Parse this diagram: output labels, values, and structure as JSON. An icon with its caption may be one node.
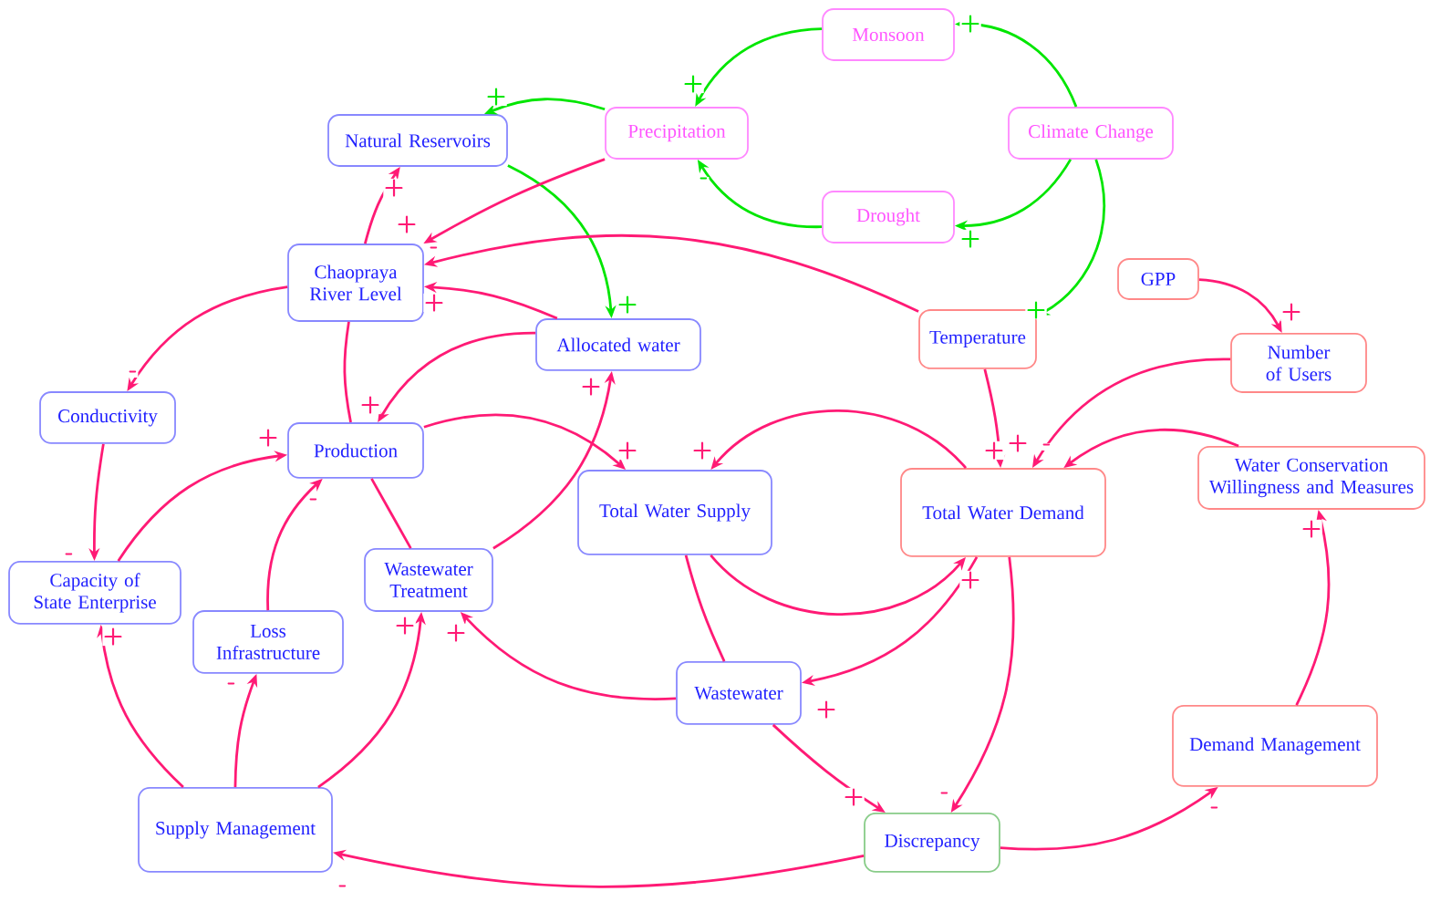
{
  "diagram": {
    "nodes": [
      {
        "text": [
          "Monsoon"
        ]
      },
      {
        "text": [
          "Precipitation"
        ]
      },
      {
        "text": [
          "Climate Change"
        ]
      },
      {
        "text": [
          "Drought"
        ]
      },
      {
        "text": [
          "Natural Reservoirs"
        ]
      },
      {
        "text": [
          "Chaopraya River Level"
        ]
      },
      {
        "text": [
          "Allocated water"
        ]
      },
      {
        "text": [
          "GPP"
        ]
      },
      {
        "text": [
          "Temperature"
        ]
      },
      {
        "text": [
          "Number of Users"
        ]
      },
      {
        "text": [
          "Conductivity"
        ]
      },
      {
        "text": [
          "Production"
        ]
      },
      {
        "text": [
          "Total Water Supply"
        ]
      },
      {
        "text": [
          "Total Water Demand"
        ]
      },
      {
        "text": [
          "Water Conservation Willingness and Measures"
        ]
      },
      {
        "text": [
          "Capacity of State Enterprise"
        ]
      },
      {
        "text": [
          "Wastewater Treatment"
        ]
      },
      {
        "text": [
          "Loss Infrastructure"
        ]
      },
      {
        "text": [
          "Wastewater"
        ]
      },
      {
        "text": [
          "Demand Management"
        ]
      },
      {
        "text": [
          "Supply Management"
        ]
      },
      {
        "text": [
          "Discrepancy"
        ]
      }
    ],
    "edges": [
      {
        "from": 2,
        "to": 0,
        "arrow": "to",
        "label": "+",
        "color": "#00e600"
      },
      {
        "from": 0,
        "to": 1,
        "arrow": "to",
        "label": "+",
        "color": "#00e600"
      },
      {
        "from": 2,
        "to": 3,
        "arrow": "to",
        "label": "+",
        "color": "#00e600"
      },
      {
        "from": 3,
        "to": 1,
        "arrow": "to",
        "label": "-",
        "color": "#00e600"
      },
      {
        "from": 1,
        "to": 4,
        "arrow": "to",
        "label": "+",
        "color": "#00e600"
      },
      {
        "from": 2,
        "to": 8,
        "arrow": "to",
        "label": "+",
        "color": "#00e600"
      },
      {
        "from": 4,
        "to": 6,
        "arrow": "to",
        "label": "+",
        "color": "#00e600"
      },
      {
        "from": 1,
        "to": 5,
        "arrow": "to",
        "label": "+"
      },
      {
        "from": 5,
        "to": 4,
        "arrow": "to",
        "label": "+"
      },
      {
        "from": 8,
        "to": 5,
        "arrow": "to",
        "label": "-"
      },
      {
        "from": 6,
        "to": 5,
        "arrow": "to",
        "label": "+"
      },
      {
        "from": 5,
        "to": 10,
        "arrow": "to",
        "label": "-"
      },
      {
        "from": 10,
        "to": 15,
        "arrow": "to",
        "label": "-"
      },
      {
        "from": 15,
        "to": 11,
        "arrow": "to",
        "label": "+"
      },
      {
        "from": 6,
        "to": 11,
        "arrow": "to",
        "label": "+"
      },
      {
        "from": 17,
        "to": 11,
        "arrow": "to",
        "label": "-"
      },
      {
        "from": 11,
        "to": 12,
        "arrow": "to",
        "label": "+"
      },
      {
        "from": 16,
        "to": 6,
        "arrow": "to",
        "label": "+"
      },
      {
        "from": 5,
        "to": 11,
        "arrow": "none"
      },
      {
        "from": 11,
        "to": 16,
        "arrow": "none"
      },
      {
        "from": 12,
        "to": 13,
        "arrow": "to",
        "label": "+"
      },
      {
        "from": 13,
        "to": 12,
        "arrow": "to",
        "label": "+"
      },
      {
        "from": 8,
        "to": 13,
        "arrow": "to",
        "label": "+"
      },
      {
        "from": 9,
        "to": 13,
        "arrow": "to",
        "label": "+"
      },
      {
        "from": 14,
        "to": 13,
        "arrow": "to",
        "label": "-"
      },
      {
        "from": 13,
        "to": 18,
        "arrow": "to",
        "label": "+"
      },
      {
        "from": 13,
        "to": 21,
        "arrow": "to",
        "label": "-"
      },
      {
        "from": 12,
        "to": 18,
        "arrow": "none"
      },
      {
        "from": 18,
        "to": 16,
        "arrow": "to",
        "label": "+"
      },
      {
        "from": 18,
        "to": 21,
        "arrow": "to",
        "label": "+"
      },
      {
        "from": 21,
        "to": 19,
        "arrow": "to",
        "label": "-"
      },
      {
        "from": 21,
        "to": 20,
        "arrow": "to",
        "label": "-"
      },
      {
        "from": 19,
        "to": 14,
        "arrow": "to",
        "label": "+"
      },
      {
        "from": 20,
        "to": 15,
        "arrow": "to",
        "label": "+"
      },
      {
        "from": 20,
        "to": 17,
        "arrow": "to",
        "label": "-"
      },
      {
        "from": 20,
        "to": 16,
        "arrow": "to",
        "label": "+"
      },
      {
        "from": 7,
        "to": 9,
        "arrow": "to",
        "label": "+"
      }
    ]
  }
}
